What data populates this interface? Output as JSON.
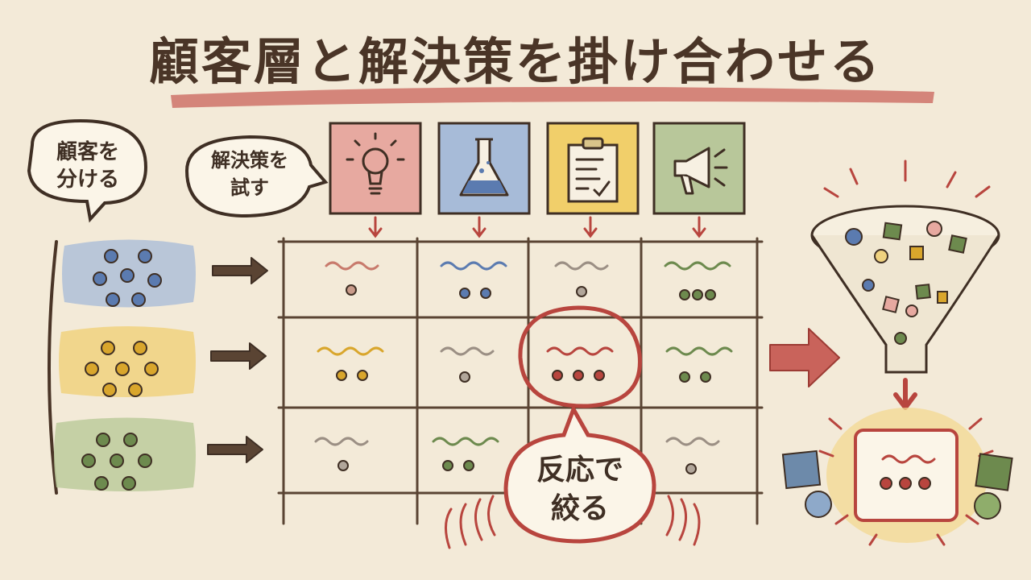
{
  "title": "顧客層と解決策を掛け合わせる",
  "bubbles": {
    "segment_line1": "顧客を",
    "segment_line2": "分ける",
    "solution_line1": "解決策を",
    "solution_line2": "試す",
    "narrow_line1": "反応で",
    "narrow_line2": "絞る"
  },
  "icons": {
    "solutions": [
      "lightbulb-icon",
      "flask-icon",
      "clipboard-icon",
      "megaphone-icon"
    ]
  },
  "colors": {
    "background": "#f3ead8",
    "ink": "#4a3527",
    "blue": "#5b7bb0",
    "yellow": "#d9a62c",
    "green": "#6d8a4e",
    "red": "#b8453e",
    "gray": "#9b8f84"
  }
}
